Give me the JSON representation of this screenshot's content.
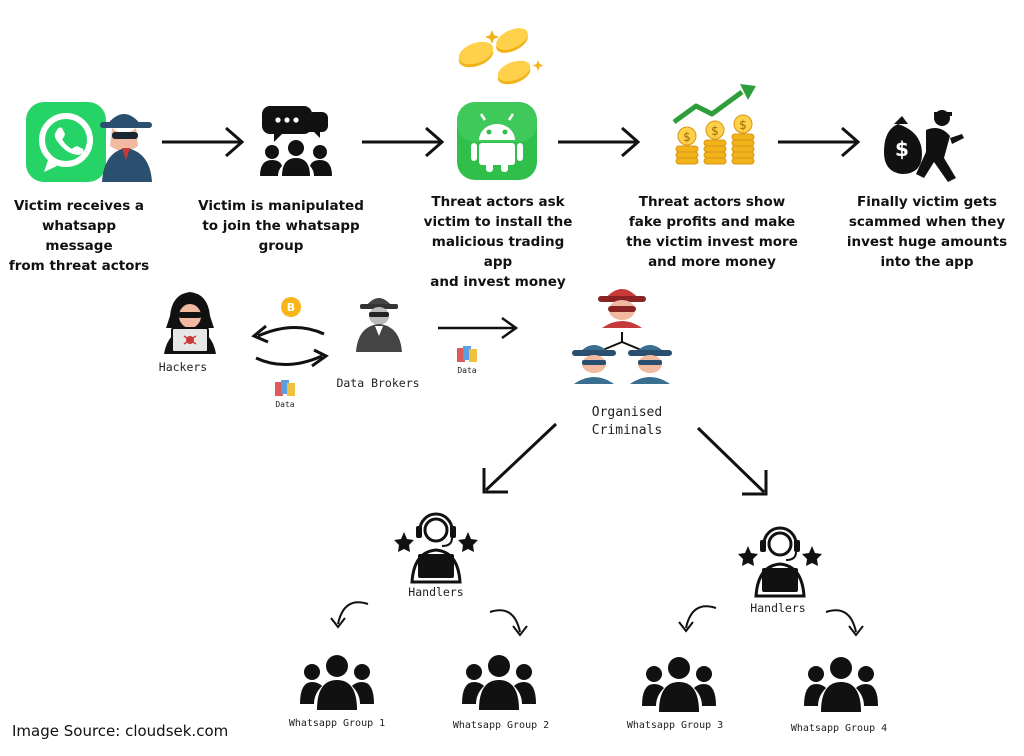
{
  "steps": [
    {
      "text": "Victim receives a\nwhatsapp message\nfrom threat actors"
    },
    {
      "text": "Victim is manipulated\nto join the whatsapp\ngroup"
    },
    {
      "text": "Threat actors ask\nvictim to install the\nmalicious trading app\nand invest money"
    },
    {
      "text": "Threat  actors show\nfake profits and make\nthe victim invest more\nand more money"
    },
    {
      "text": "Finally victim gets\nscammed when they\ninvest huge amounts\ninto the app"
    }
  ],
  "network": {
    "hackers": "Hackers",
    "data_brokers": "Data Brokers",
    "data_label_1": "Data",
    "data_label_2": "Data",
    "organised_criminals": "Organised\nCriminals",
    "handlers_left": "Handlers",
    "handlers_right": "Handlers",
    "groups": [
      "Whatsapp Group 1",
      "Whatsapp Group 2",
      "Whatsapp Group 3",
      "Whatsapp Group 4"
    ]
  },
  "source": "Image Source: cloudsek.com",
  "colors": {
    "whatsapp_green": "#25d366",
    "android_green": "#2fbf4a",
    "coin_gold": "#f2b21a",
    "trend_green": "#2e9e3a",
    "hat_red": "#c73a3a",
    "hat_blue": "#3a6f8f"
  }
}
